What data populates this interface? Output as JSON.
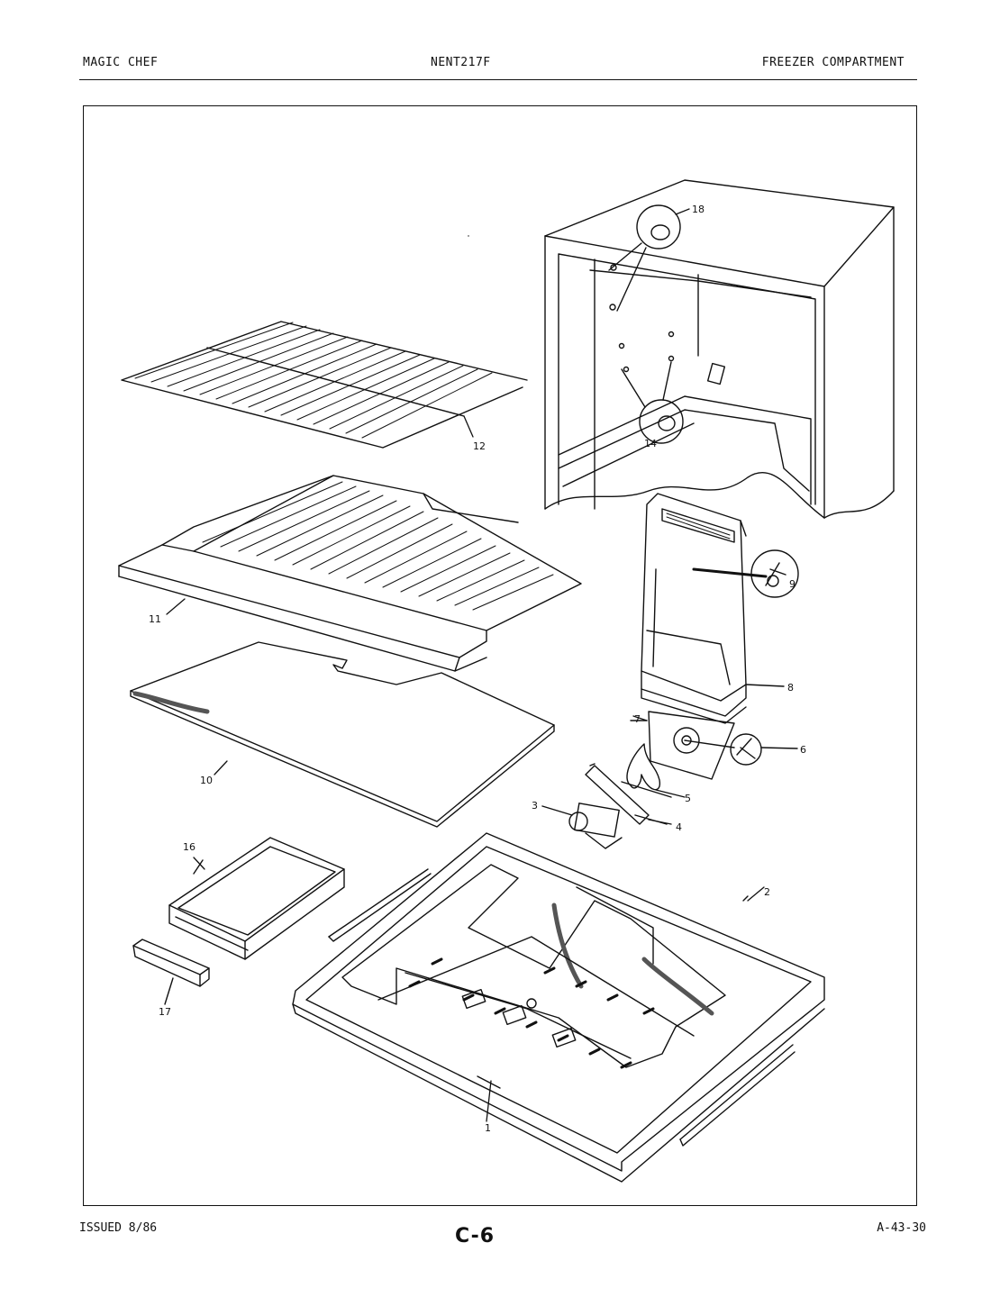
{
  "header": {
    "left": "MAGIC CHEF",
    "center": "NENT217F",
    "right": "FREEZER COMPARTMENT"
  },
  "footer": {
    "left": "ISSUED 8/86",
    "center": "C-6",
    "right": "A-43-30"
  },
  "callouts": [
    "1",
    "2",
    "3",
    "4",
    "5",
    "6",
    "7",
    "8",
    "9",
    "10",
    "11",
    "12",
    "14",
    "16",
    "17",
    "18"
  ]
}
